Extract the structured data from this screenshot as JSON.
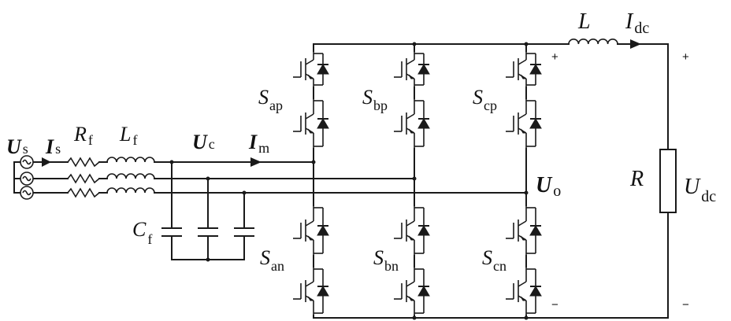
{
  "labels": {
    "us": {
      "main": "U",
      "sub": "s"
    },
    "is": {
      "main": "I",
      "sub": "s"
    },
    "rf": {
      "main": "R",
      "sub": "f"
    },
    "lf": {
      "main": "L",
      "sub": "f"
    },
    "uc": {
      "main": "U",
      "sub": "c"
    },
    "im": {
      "main": "I",
      "sub": "m"
    },
    "cf": {
      "main": "C",
      "sub": "f"
    },
    "sap": {
      "main": "S",
      "sub": "ap"
    },
    "sbp": {
      "main": "S",
      "sub": "bp"
    },
    "scp": {
      "main": "S",
      "sub": "cp"
    },
    "san": {
      "main": "S",
      "sub": "an"
    },
    "sbn": {
      "main": "S",
      "sub": "bn"
    },
    "scn": {
      "main": "S",
      "sub": "cn"
    },
    "uo": {
      "main": "U",
      "sub": "o"
    },
    "l": {
      "main": "L"
    },
    "idc": {
      "main": "I",
      "sub": "dc"
    },
    "r": {
      "main": "R"
    },
    "udc": {
      "main": "U",
      "sub": "dc"
    }
  },
  "signs": {
    "out_plus": "+",
    "out_minus": "−",
    "dc_plus": "+",
    "dc_minus": "−"
  }
}
